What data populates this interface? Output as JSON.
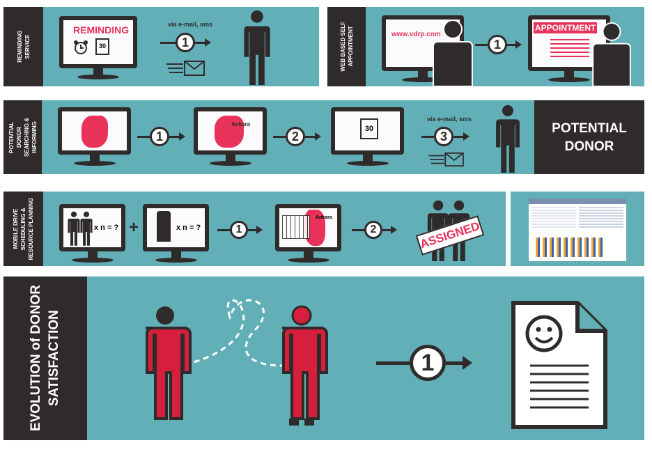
{
  "colors": {
    "teal": "#62afb8",
    "dark": "#2f2b2a",
    "red": "#e8325a"
  },
  "reminding": {
    "label_line1": "REMINDING",
    "label_line2": "SERVICE",
    "screen_title": "REMINDING",
    "calendar_day": "30",
    "via": "via e-mail, sms",
    "step": "1",
    "icons": [
      "alarm-clock-icon",
      "calendar-icon",
      "envelope-icon",
      "person-icon"
    ]
  },
  "web": {
    "label_line1": "WEB BASED SELF",
    "label_line2": "APPOINTMENT",
    "url": "www.vdrp.com",
    "step": "1",
    "screen_title": "APPOINTMENT"
  },
  "potential": {
    "label_line1": "POTENTIAL",
    "label_line2": "DONOR",
    "label_line3": "SEARCHING &",
    "label_line4": "INFORMING",
    "city": "Ankara",
    "calendar_day": "30",
    "via": "via e-mail, sms",
    "steps": [
      "1",
      "2",
      "3"
    ],
    "result_line1": "POTENTIAL",
    "result_line2": "DONOR"
  },
  "mobile": {
    "label_line1": "MOBILE DRIVE",
    "label_line2": "SCHEDULING &",
    "label_line3": "RESOURCE  PLANNING",
    "formula1": "x n = ?",
    "formula2": "x n = ?",
    "plus": "+",
    "city": "Ankara",
    "steps": [
      "1",
      "2"
    ],
    "stamp": "ASSIGNED"
  },
  "satisfaction": {
    "label_line1": "EVOLUTION of DONOR",
    "label_line2": "SATISFACTION",
    "step": "1"
  }
}
